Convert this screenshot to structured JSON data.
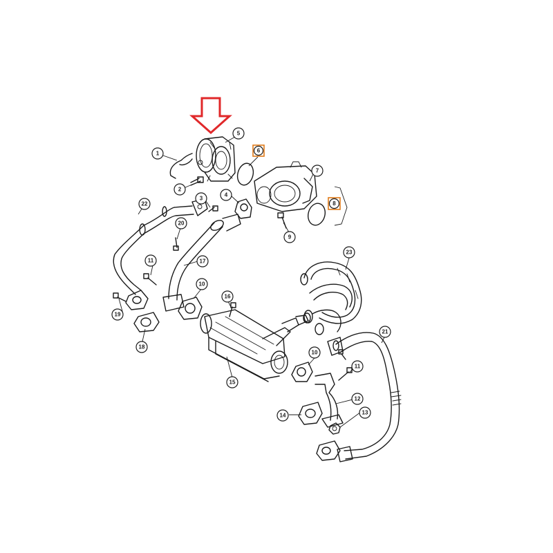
{
  "colors": {
    "line": "#1a1a1a",
    "arrow": "#e0282a",
    "highlight_box": "#e07b1a"
  },
  "callouts": {
    "c1": "1",
    "c2": "2",
    "c3": "3",
    "c4": "4",
    "c5": "5",
    "c6": "6",
    "c7": "7",
    "c8": "8",
    "c9": "9",
    "c10a": "10",
    "c10b": "10",
    "c11a": "11",
    "c11b": "11",
    "c12": "12",
    "c13": "13",
    "c14": "14",
    "c15": "15",
    "c16": "16",
    "c17": "17",
    "c18": "18",
    "c19": "19",
    "c20": "20",
    "c21": "21",
    "c22": "22",
    "c23": "23"
  },
  "highlighted_parts": [
    "6",
    "8"
  ],
  "arrow_target_part": "5"
}
